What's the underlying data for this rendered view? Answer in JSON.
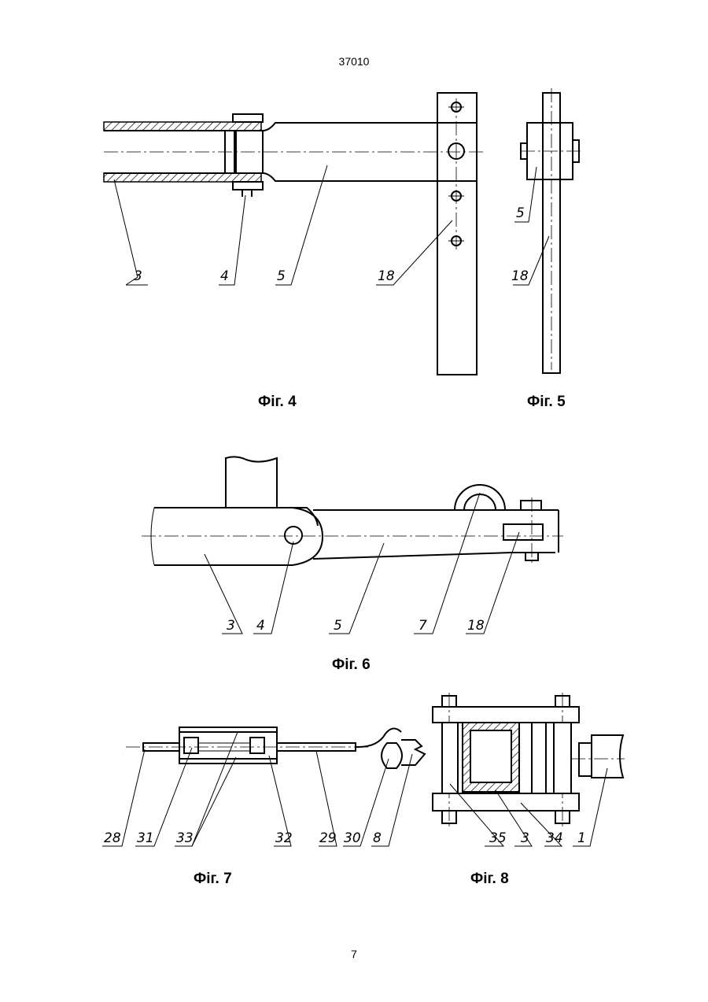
{
  "header": {
    "doc_number": "37010"
  },
  "footer": {
    "page_number": "7"
  },
  "figures": {
    "fig4": {
      "caption": "Фіг. 4",
      "labels": [
        "3",
        "4",
        "5",
        "18"
      ]
    },
    "fig5": {
      "caption": "Фіг. 5",
      "labels": [
        "5",
        "18"
      ]
    },
    "fig6": {
      "caption": "Фіг. 6",
      "labels": [
        "3",
        "4",
        "5",
        "7",
        "18"
      ]
    },
    "fig7": {
      "caption": "Фіг. 7",
      "labels": [
        "28",
        "31",
        "33",
        "32",
        "29",
        "30",
        "8"
      ]
    },
    "fig8": {
      "caption": "Фіг. 8",
      "labels": [
        "35",
        "3",
        "34",
        "1"
      ]
    }
  }
}
